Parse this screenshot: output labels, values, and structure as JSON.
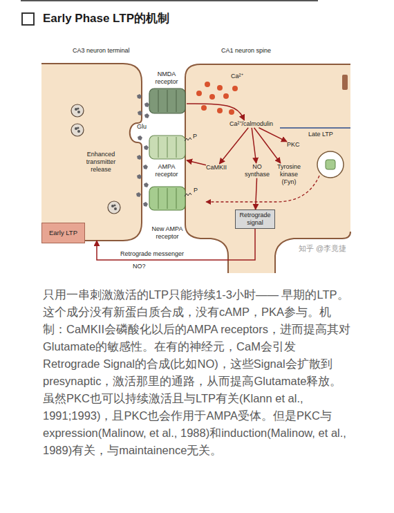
{
  "diagram": {
    "title": "Early Phase LTP的机制",
    "nodes": [
      {
        "text": [
          "CA3 neuron terminal",
          "Enhanced transmitter release"
        ]
      },
      {
        "text": [
          "CA1 neuron spine"
        ]
      },
      {
        "text": [
          "NMDA receptor"
        ]
      },
      {
        "text": [
          "AMPA receptor"
        ]
      },
      {
        "text": [
          "New AMPA receptor"
        ]
      },
      {
        "text": [
          "Ca²⁺/calmodulin"
        ],
        "in": 1
      },
      {
        "text": [
          "CaMKII"
        ],
        "in": 1
      },
      {
        "text": [
          "NO synthase"
        ],
        "in": 1
      },
      {
        "text": [
          "Tyrosine kinase (Fyn)"
        ],
        "in": 1
      },
      {
        "text": [
          "PKC"
        ],
        "in": 1
      },
      {
        "text": [
          "Retrograde signal"
        ],
        "in": 1
      },
      {
        "text": [
          "Early LTP"
        ]
      }
    ],
    "edges": [
      {
        "from": 2,
        "to": 5,
        "arrow": "to"
      },
      {
        "from": 5,
        "to": 6,
        "arrow": "to"
      },
      {
        "from": 5,
        "to": 7,
        "arrow": "to"
      },
      {
        "from": 5,
        "to": 8,
        "arrow": "to"
      },
      {
        "from": 5,
        "to": 9,
        "arrow": "to"
      },
      {
        "from": 6,
        "to": 3,
        "arrow": "to"
      },
      {
        "from": 7,
        "to": 10,
        "arrow": "to"
      },
      {
        "from": 10,
        "to": 0,
        "label": "Retrograde messenger",
        "arrow": "to"
      }
    ],
    "labels": [
      "Ca²⁺",
      "Glu",
      "P",
      "P",
      "Late LTP",
      "NO?",
      "知乎 @李竟捷",
      "只用一串刺激激活的LTP只能持续1-3小时—— 早期的LTP。这个成分没有新蛋白质合成，没有cAMP，PKA参与。机制：CaMKII会磷酸化以后的AMPA receptors，进而提高其对Glutamate的敏感性。在有的神经元，CaM会引发Retrograde Signal的合成(比如NO)，这些Signal会扩散到presynaptic，激活那里的通路，从而提高Glutamate释放。",
      "虽然PKC也可以持续激活且与LTP有关(Klann et al., 1991;1993)，且PKC也会作用于AMPA受体。但是PKC与expression(Malinow, et al., 1988)和induction(Malinow, et al., 1989)有关，与maintainence无关。"
    ]
  }
}
